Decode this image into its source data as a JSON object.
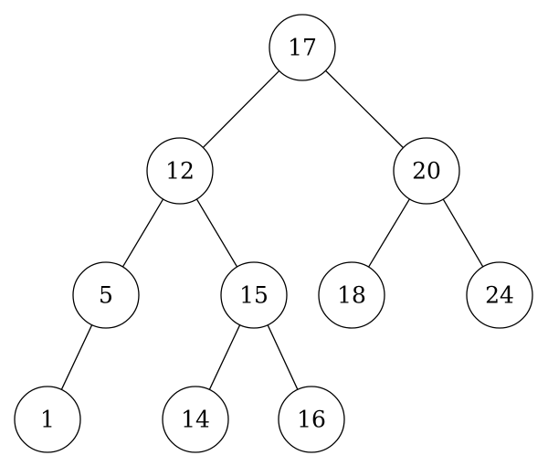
{
  "diagram": {
    "type": "binary-search-tree",
    "root": "n17",
    "nodes": [
      {
        "id": "n17",
        "label": "17"
      },
      {
        "id": "n12",
        "label": "12"
      },
      {
        "id": "n20",
        "label": "20"
      },
      {
        "id": "n5",
        "label": "5"
      },
      {
        "id": "n15",
        "label": "15"
      },
      {
        "id": "n18",
        "label": "18"
      },
      {
        "id": "n24",
        "label": "24"
      },
      {
        "id": "n1",
        "label": "1"
      },
      {
        "id": "n14",
        "label": "14"
      },
      {
        "id": "n16",
        "label": "16"
      }
    ],
    "edges": [
      {
        "from": "n17",
        "to": "n12"
      },
      {
        "from": "n17",
        "to": "n20"
      },
      {
        "from": "n12",
        "to": "n5"
      },
      {
        "from": "n12",
        "to": "n15"
      },
      {
        "from": "n20",
        "to": "n18"
      },
      {
        "from": "n20",
        "to": "n24"
      },
      {
        "from": "n5",
        "to": "n1"
      },
      {
        "from": "n15",
        "to": "n14"
      },
      {
        "from": "n15",
        "to": "n16"
      }
    ]
  }
}
